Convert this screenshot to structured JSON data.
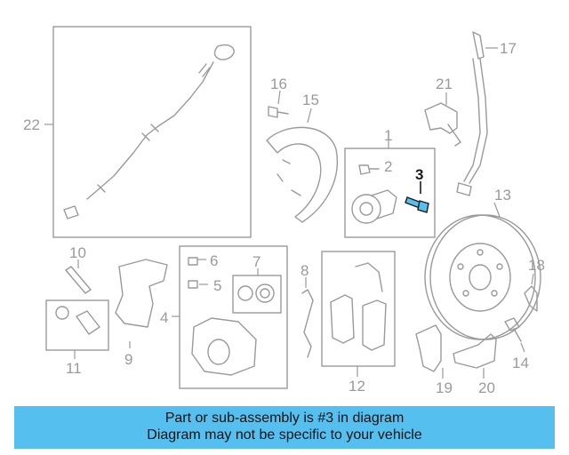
{
  "diagram": {
    "callouts": {
      "c1": "1",
      "c2": "2",
      "c3": "3",
      "c4": "4",
      "c5": "5",
      "c6": "6",
      "c7": "7",
      "c8": "8",
      "c9": "9",
      "c10": "10",
      "c11": "11",
      "c12": "12",
      "c13": "13",
      "c14": "14",
      "c15": "15",
      "c16": "16",
      "c17": "17",
      "c18": "18",
      "c19": "19",
      "c20": "20",
      "c21": "21",
      "c22": "22"
    },
    "highlighted_part": "3",
    "highlight_color": "#55c0f0",
    "line_color": "#9a9a9a"
  },
  "banner": {
    "line1": "Part or sub-assembly is #3 in diagram",
    "line2": "Diagram may not be specific to your vehicle",
    "background": "#55c0f0"
  }
}
